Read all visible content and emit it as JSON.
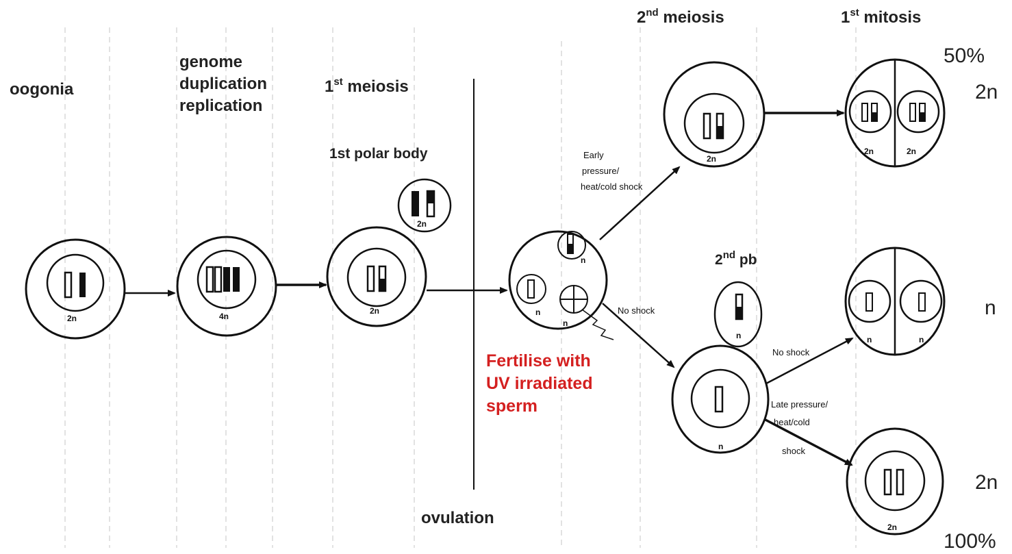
{
  "headers": {
    "oogonia": "oogonia",
    "genome_duplication": [
      "genome",
      "duplication",
      "replication"
    ],
    "first_meiosis": {
      "base": "1",
      "sup": "st",
      "rest": " meiosis"
    },
    "second_meiosis": {
      "base": "2",
      "sup": "nd",
      "rest": " meiosis"
    },
    "first_mitosis": {
      "base": "1",
      "sup": "st",
      "rest": " mitosis"
    },
    "first_polar_body": "1st polar body",
    "second_pb": {
      "base": "2",
      "sup": "nd",
      "rest": " pb"
    },
    "ovulation": "ovulation"
  },
  "fertilise": [
    "Fertilise with",
    "UV irradiated",
    "sperm"
  ],
  "percentages": {
    "top": "50%",
    "bottom": "100%"
  },
  "ploidy_labels": {
    "top": "2n",
    "middle": "n",
    "bottom": "2n"
  },
  "cell_labels": {
    "oogonia": "2n",
    "duplication": "4n",
    "meiosis1": "2n",
    "polar1": "2n",
    "zygote_female": "n",
    "zygote_left": "n",
    "zygote_sperm": "n",
    "meiosis2_top": "2n",
    "polar2": "n",
    "meiosis2_bottom": "n",
    "mitosis_top_left": "2n",
    "mitosis_top_right": "2n",
    "mitosis_mid_left": "n",
    "mitosis_mid_right": "n",
    "final_bottom": "2n"
  },
  "arrow_labels": {
    "early_shock": [
      "Early",
      "pressure/",
      "heat/cold  shock"
    ],
    "no_shock_1": "No shock",
    "no_shock_2": "No shock",
    "late_shock": [
      "Late pressure/",
      "heat/cold",
      "shock"
    ]
  },
  "colors": {
    "line": "#111111",
    "highlight": "#d42020",
    "dashed": "#bdbdbd"
  }
}
